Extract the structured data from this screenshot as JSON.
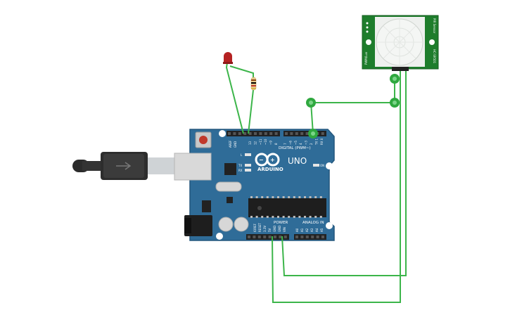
{
  "board": {
    "brand": "ARDUINO",
    "model": "UNO",
    "digital_label": "DIGITAL (PWM~)",
    "power_label": "POWER",
    "analog_label": "ANALOG IN",
    "on_label": "ON",
    "tx_label": "TX",
    "rx_label": "RX",
    "l_label": "L",
    "aref_label": "AREF",
    "gnd_label": "GND",
    "ioref_label": "IOREF",
    "reset_label": "RESET",
    "v33_label": "3.3V",
    "v5_label": "5V",
    "vin_label": "VIN",
    "analog_pins": [
      "A0",
      "A1",
      "A2",
      "A3",
      "A4",
      "A5"
    ],
    "digital_pins": [
      "13",
      "12",
      "~11",
      "~10",
      "~9",
      "8",
      "7",
      "~6",
      "~5",
      "4",
      "~3",
      "2",
      "TX 1",
      "RX 0"
    ]
  },
  "sensor": {
    "side_left": "PWM/Lux",
    "side_right_top": "PIR Sensor",
    "side_right_bottom": "HC-SR501"
  },
  "colors": {
    "board": "#2f6c98",
    "board_dark": "#23577d",
    "wire": "#3cb54a",
    "wire_node": "#2fa83f",
    "pcb_green": "#1e7d2c",
    "led": "#b52222",
    "usb": "#2b2b2b"
  }
}
